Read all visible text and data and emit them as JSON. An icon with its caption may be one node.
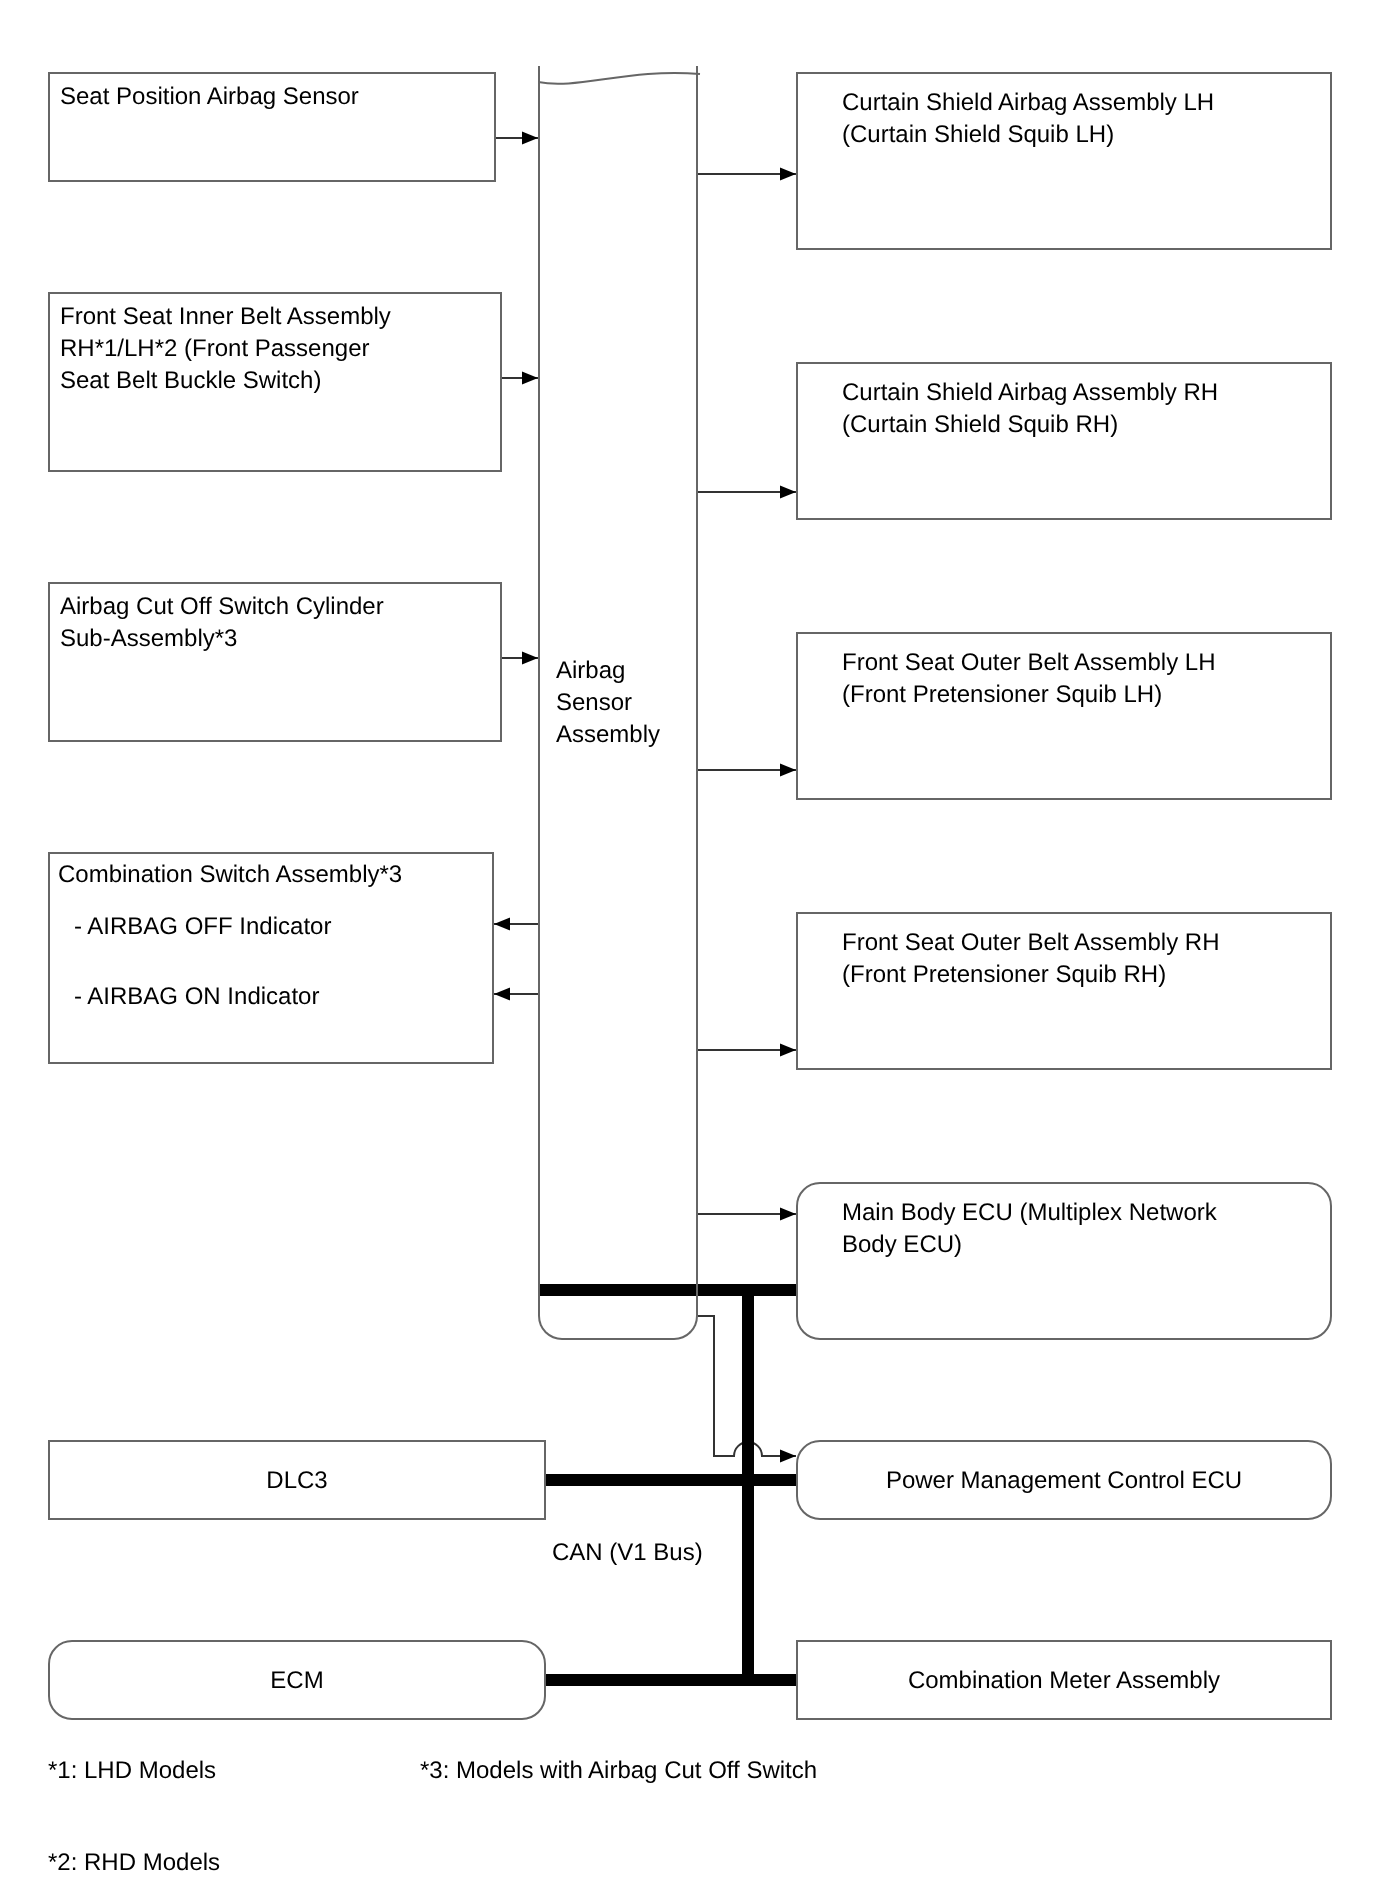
{
  "diagram": {
    "nodes": [
      {
        "text": [
          "Seat Position Airbag Sensor"
        ]
      },
      {
        "text": [
          "Front Seat Inner Belt Assembly RH*1/LH*2 (Front Passenger Seat Belt Buckle Switch)"
        ]
      },
      {
        "text": [
          "Airbag Cut Off Switch Cylinder Sub-Assembly*3"
        ]
      },
      {
        "text": [
          "Combination Switch Assembly*3",
          "- AIRBAG OFF Indicator",
          "- AIRBAG ON Indicator"
        ]
      },
      {
        "text": [
          "Airbag Sensor Assembly"
        ]
      },
      {
        "text": [
          "Curtain Shield Airbag Assembly LH (Curtain Shield Squib LH)"
        ]
      },
      {
        "text": [
          "Curtain Shield Airbag Assembly RH (Curtain Shield Squib RH)"
        ]
      },
      {
        "text": [
          "Front Seat Outer Belt Assembly LH (Front Pretensioner Squib LH)"
        ]
      },
      {
        "text": [
          "Front Seat Outer Belt Assembly RH (Front Pretensioner Squib RH)"
        ]
      },
      {
        "text": [
          "Main Body ECU (Multiplex Network Body ECU)"
        ]
      },
      {
        "text": [
          "DLC3"
        ]
      },
      {
        "text": [
          "Power Management Control ECU"
        ]
      },
      {
        "text": [
          "ECM"
        ]
      },
      {
        "text": [
          "Combination Meter Assembly"
        ]
      }
    ],
    "edges": [
      {
        "from": 0,
        "to": 4,
        "arrow": "to"
      },
      {
        "from": 1,
        "to": 4,
        "arrow": "to"
      },
      {
        "from": 2,
        "to": 4,
        "arrow": "to"
      },
      {
        "from": 4,
        "to": 3,
        "arrow": "to"
      },
      {
        "from": 4,
        "to": 3,
        "arrow": "to"
      },
      {
        "from": 4,
        "to": 5,
        "arrow": "to"
      },
      {
        "from": 4,
        "to": 6,
        "arrow": "to"
      },
      {
        "from": 4,
        "to": 7,
        "arrow": "to"
      },
      {
        "from": 4,
        "to": 8,
        "arrow": "to"
      },
      {
        "from": 4,
        "to": 9,
        "arrow": "to"
      },
      {
        "from": 4,
        "to": 11,
        "arrow": "to"
      },
      {
        "from": 4,
        "to": 9,
        "arrow": "none",
        "style": "thick"
      },
      {
        "from": 4,
        "to": 10,
        "arrow": "none",
        "style": "thick"
      },
      {
        "from": 4,
        "to": 11,
        "arrow": "none",
        "style": "thick"
      },
      {
        "from": 4,
        "to": 12,
        "arrow": "none",
        "style": "thick"
      },
      {
        "from": 4,
        "to": 13,
        "arrow": "none",
        "style": "thick"
      }
    ],
    "labels": [
      "CAN (V1 Bus)",
      "*1: LHD Models",
      "*3: Models with Airbag Cut Off Switch",
      "*2: RHD Models"
    ]
  }
}
